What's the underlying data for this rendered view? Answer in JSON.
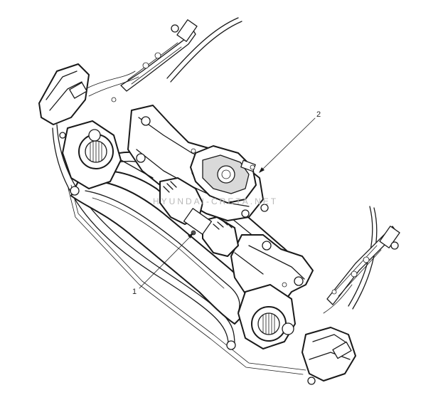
{
  "callouts": [
    {
      "label": "1"
    },
    {
      "label": "2"
    }
  ],
  "watermark": "HYUNDAI-CRETA.NET"
}
